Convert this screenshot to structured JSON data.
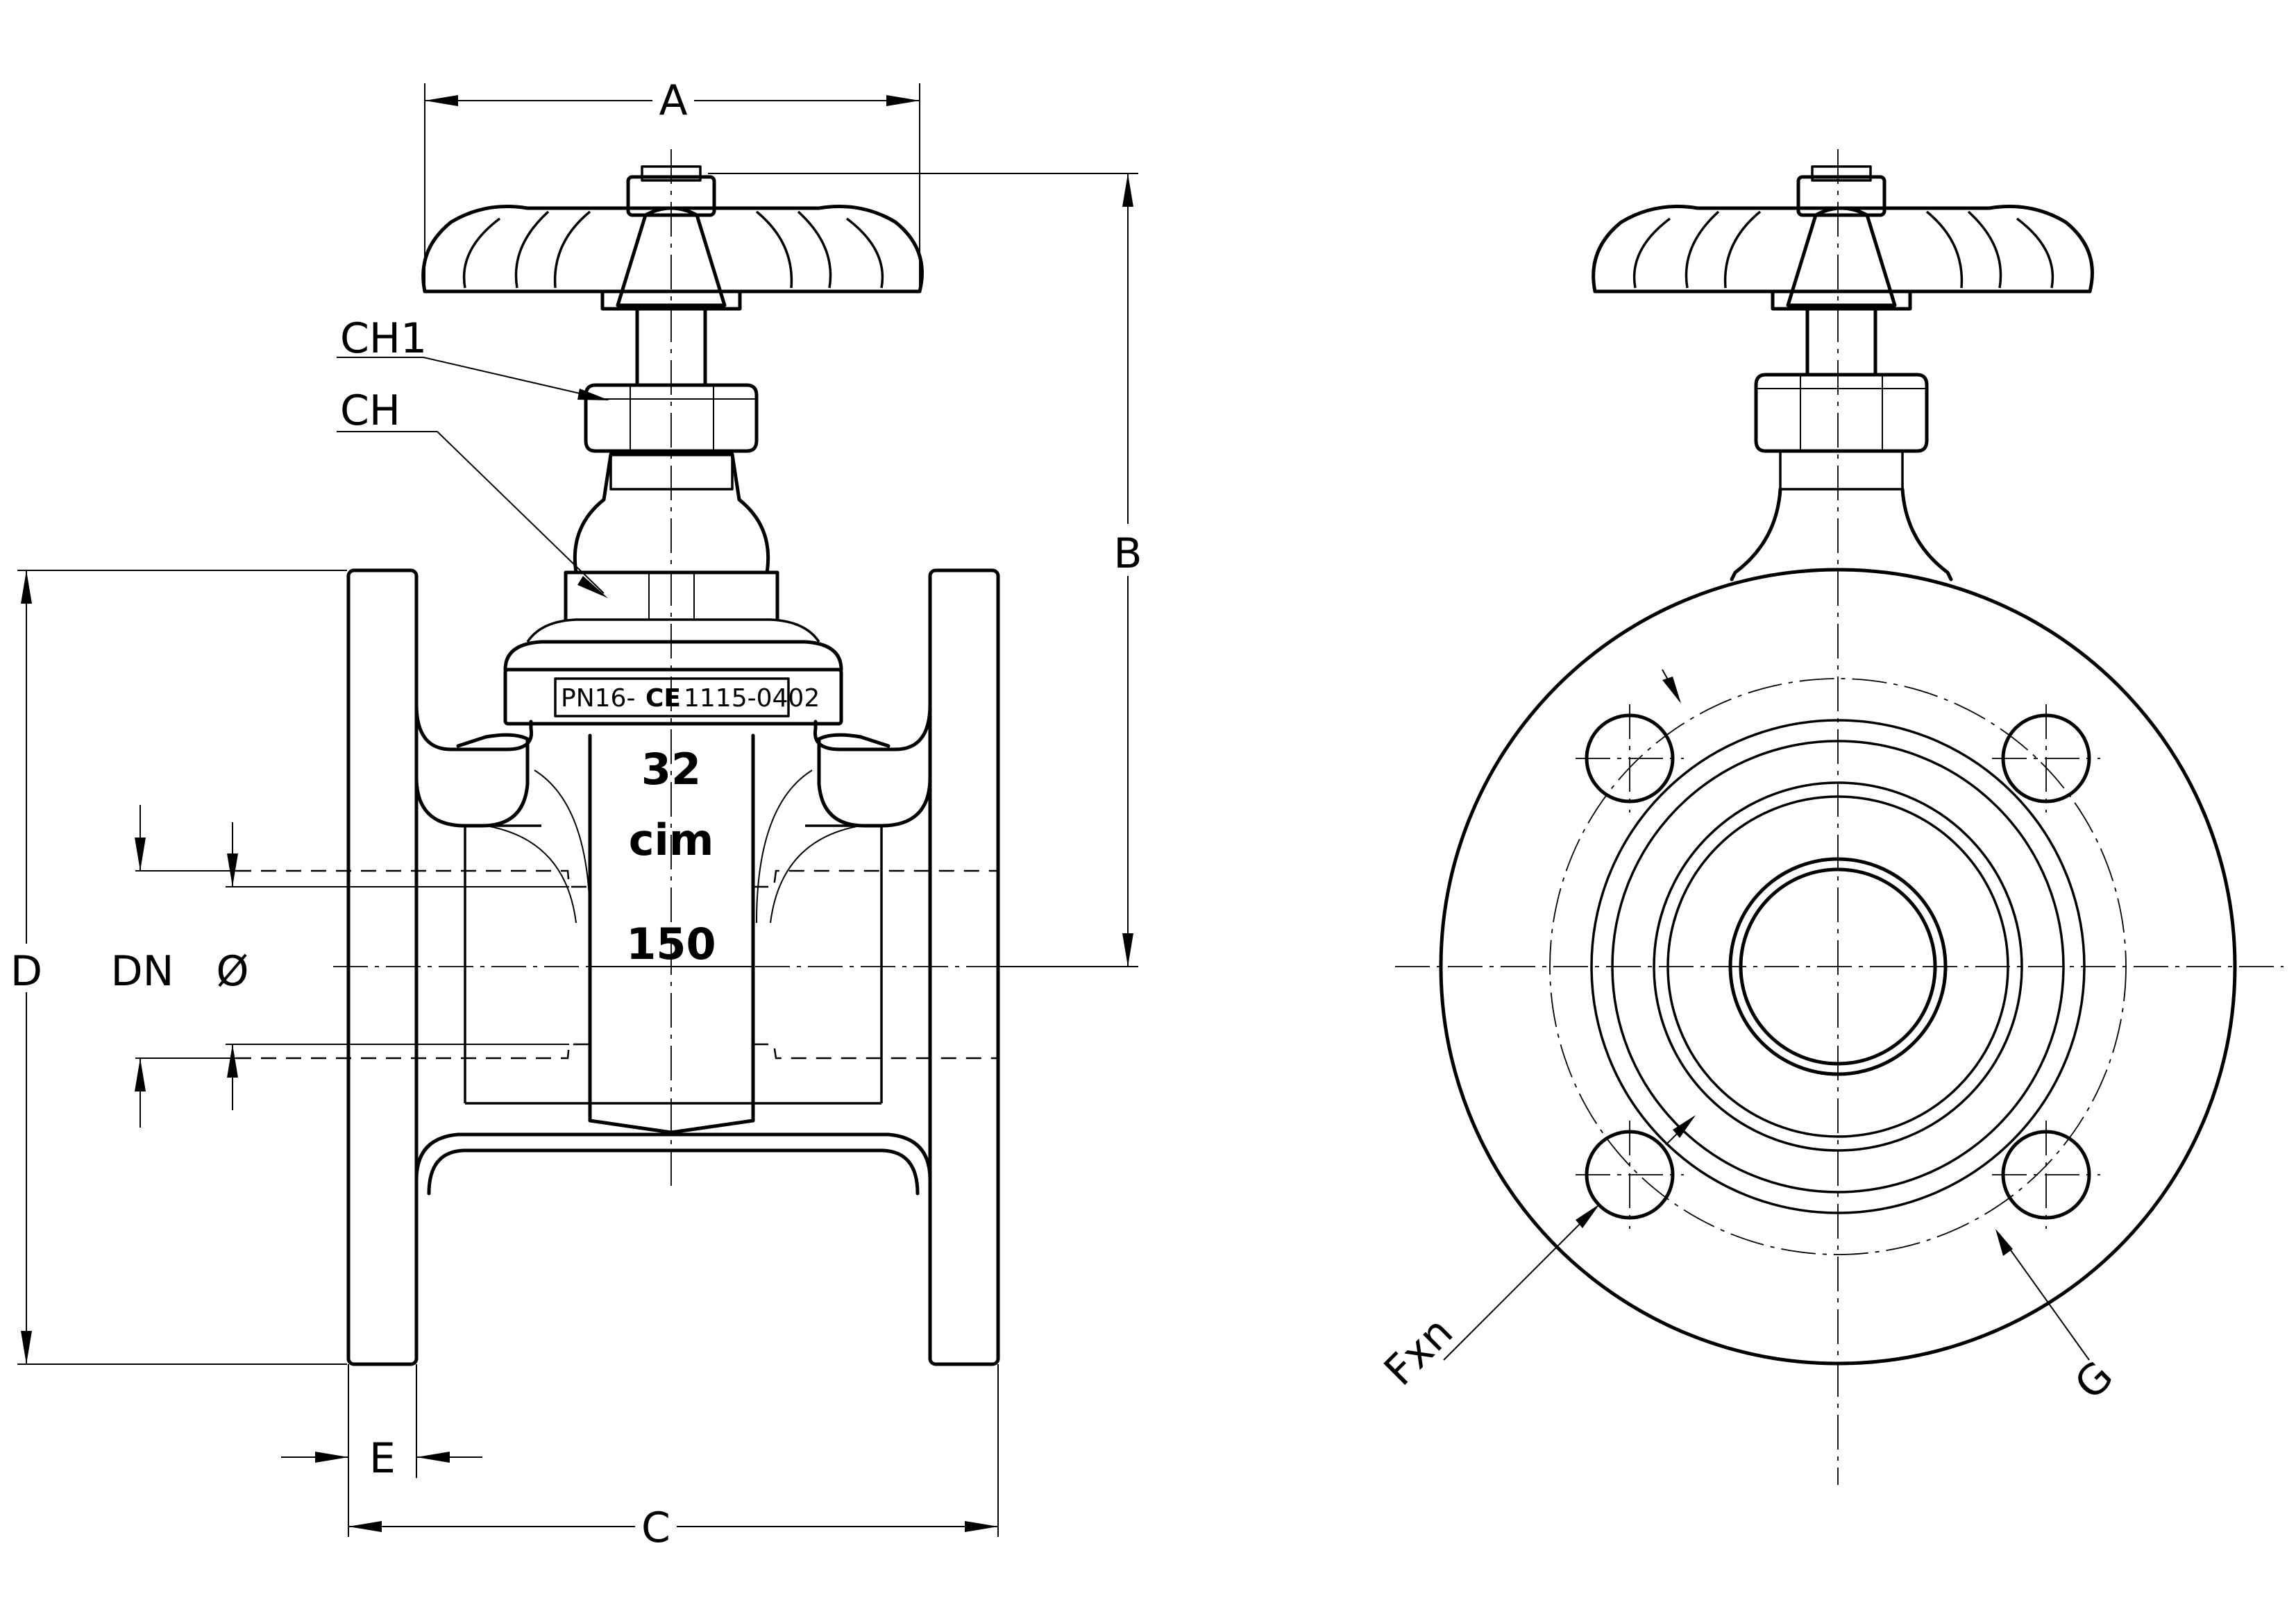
{
  "dimension_labels": {
    "A": "A",
    "B": "B",
    "C": "C",
    "D": "D",
    "DN": "DN",
    "phi": "Ø",
    "E": "E",
    "CH1": "CH1",
    "CH": "CH",
    "Fxn": "Fxn",
    "G": "G"
  },
  "body_markings": {
    "pressure": "PN16-",
    "ce_mark": "CE",
    "cert_number": "1115-0402",
    "size": "32",
    "brand": "cim",
    "model": "150"
  }
}
